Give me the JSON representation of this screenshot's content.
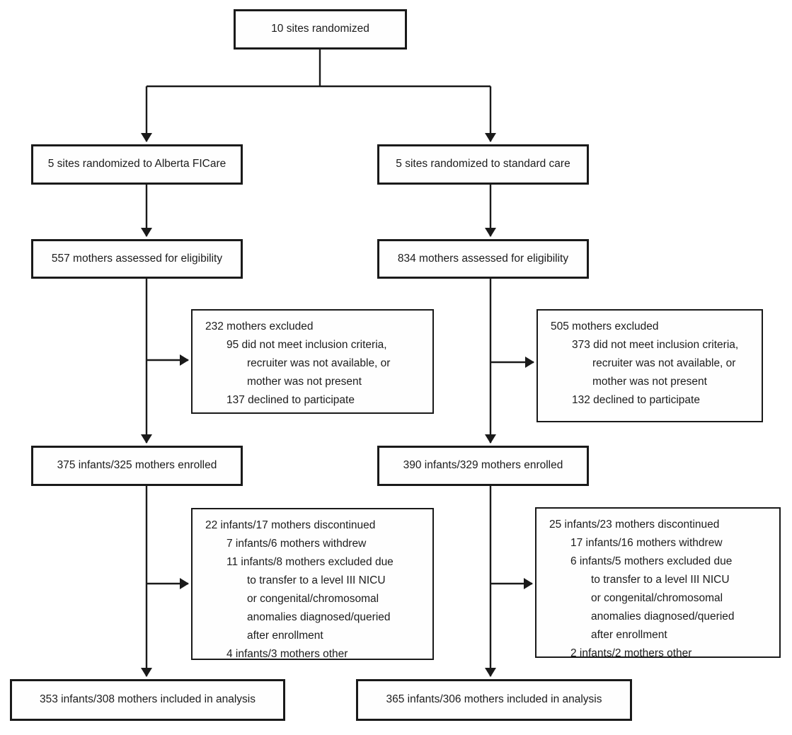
{
  "figure_type": "flow-diagram",
  "colors": {
    "background": "#ffffff",
    "box_border": "#1a1a1a",
    "text": "#1c1c1c",
    "arrow": "#1a1a1a"
  },
  "nodes": {
    "sites": {
      "label": "10 sites randomized"
    },
    "arm_ficare": {
      "label": "5 sites randomized to Alberta FICare"
    },
    "arm_standard": {
      "label": "5 sites randomized to standard care"
    },
    "eligibility_ficare": {
      "label": "557 mothers assessed for eligibility"
    },
    "eligibility_standard": {
      "label": "834 mothers assessed for eligibility"
    },
    "excluded_ficare": {
      "lines": [
        "232 mothers excluded",
        "95 did not meet inclusion criteria,",
        "recruiter was not available, or",
        "mother was not present",
        "137 declined to participate"
      ]
    },
    "excluded_standard": {
      "lines": [
        "505 mothers excluded",
        "373 did not meet inclusion criteria,",
        "recruiter was not available, or",
        "mother was not present",
        "132 declined to participate"
      ]
    },
    "enrolled_ficare": {
      "label": "375 infants/325 mothers enrolled"
    },
    "enrolled_standard": {
      "label": "390 infants/329 mothers enrolled"
    },
    "discontinued_ficare": {
      "lines": [
        "22 infants/17 mothers discontinued",
        "7 infants/6 mothers withdrew",
        "11 infants/8 mothers excluded due",
        "to transfer to a level III NICU",
        "or congenital/chromosomal",
        "anomalies diagnosed/queried",
        "after enrollment",
        "4 infants/3 mothers other"
      ]
    },
    "discontinued_standard": {
      "lines": [
        "25 infants/23 mothers discontinued",
        "17 infants/16 mothers withdrew",
        "6 infants/5 mothers excluded due",
        "to transfer to a level III NICU",
        "or congenital/chromosomal",
        "anomalies diagnosed/queried",
        "after enrollment",
        "2 infants/2 mothers other"
      ]
    },
    "analysis_ficare": {
      "label": "353 infants/308 mothers included in analysis"
    },
    "analysis_standard": {
      "label": "365 infants/306 mothers included in analysis"
    }
  }
}
